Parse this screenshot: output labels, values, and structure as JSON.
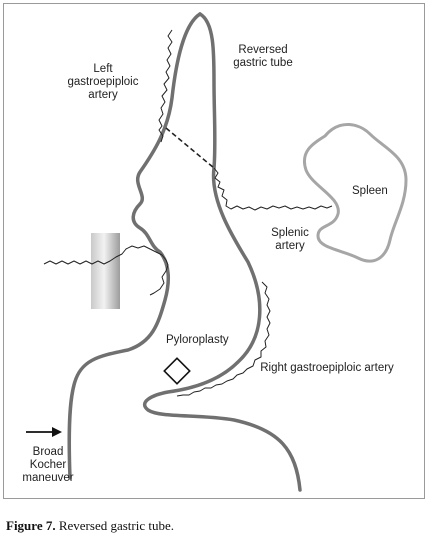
{
  "labels": {
    "reversed_gastric_tube": "Reversed gastric tube",
    "left_gastroepiploic_artery": "Left gastroepiploic artery",
    "spleen": "Spleen",
    "splenic_artery": "Splenic artery",
    "pyloroplasty": "Pyloroplasty",
    "right_gastroepiploic_artery": "Right gastroepiploic artery",
    "broad_kocher_maneuver": "Broad Kocher maneuver"
  },
  "caption": {
    "figure_number": "Figure 7.",
    "text": "Reversed gastric tube."
  },
  "colors": {
    "organ_outline": "#707070",
    "spleen_outline": "#a6a6a6",
    "artery": "#222222"
  }
}
